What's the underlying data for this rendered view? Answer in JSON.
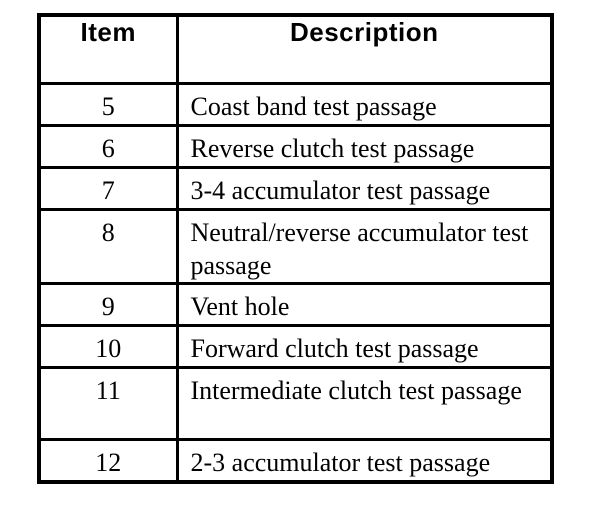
{
  "table": {
    "headers": {
      "item": "Item",
      "description": "Description"
    },
    "rows": [
      {
        "item": "5",
        "description": "Coast band test passage"
      },
      {
        "item": "6",
        "description": "Reverse clutch test passage"
      },
      {
        "item": "7",
        "description": "3-4 accumulator test passage"
      },
      {
        "item": "8",
        "description": "Neutral/reverse accumulator test passage"
      },
      {
        "item": "9",
        "description": "Vent hole"
      },
      {
        "item": "10",
        "description": "Forward clutch test passage"
      },
      {
        "item": "11",
        "description": "Intermediate clutch test passage"
      },
      {
        "item": "12",
        "description": "2-3 accumulator test passage"
      }
    ],
    "colors": {
      "border": "#000000",
      "background": "#ffffff",
      "text": "#000000"
    }
  }
}
